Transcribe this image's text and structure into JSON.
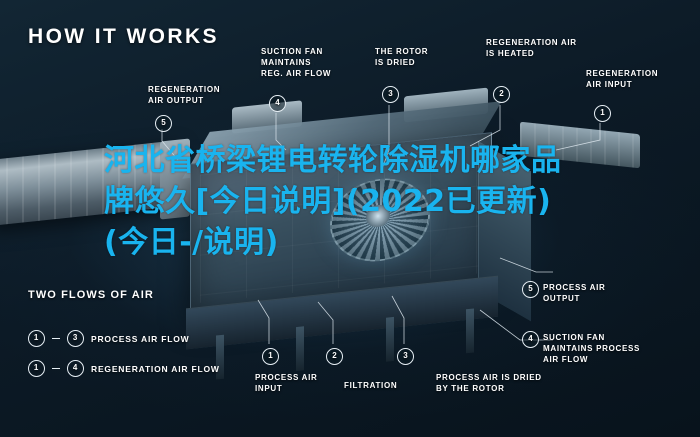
{
  "headline": "HOW IT WORKS",
  "callouts": [
    {
      "id": "regeneration-air-output",
      "num": "5",
      "text": "REGENERATION\nAIR OUTPUT"
    },
    {
      "id": "suction-fan-maintains-reg-air-flow",
      "num": "4",
      "text": "SUCTION FAN\nMAINTAINS\nREG. AIR FLOW"
    },
    {
      "id": "the-rotor-is-dried",
      "num": "3",
      "text": "THE ROTOR\nIS DRIED"
    },
    {
      "id": "regeneration-air-is-heated",
      "num": "2",
      "text": "REGENERATION AIR\nIS HEATED"
    },
    {
      "id": "regeneration-air-input",
      "num": "1",
      "text": "REGENERATION\nAIR INPUT"
    },
    {
      "id": "process-air-output",
      "num": "5",
      "text": "PROCESS AIR\nOUTPUT"
    },
    {
      "id": "suction-fan-maintains-process-air-flow",
      "num": "4",
      "text": "SUCTION FAN\nMAINTAINS PROCESS\nAIR FLOW"
    },
    {
      "id": "process-air-input",
      "num": "1",
      "text": "PROCESS AIR\nINPUT"
    },
    {
      "id": "filtration",
      "num": "2",
      "text": "FILTRATION"
    },
    {
      "id": "process-air-is-dried-by-the-rotor",
      "num": "3",
      "text": "PROCESS AIR IS DRIED\nBY THE ROTOR"
    }
  ],
  "legend": {
    "title": "TWO FLOWS OF AIR",
    "rows": [
      {
        "from": "1",
        "to": "3",
        "label": "PROCESS AIR FLOW"
      },
      {
        "from": "1",
        "to": "4",
        "label": "REGENERATION AIR FLOW"
      }
    ]
  },
  "overlay": {
    "text": "河北省桥梁锂电转轮除湿机哪家品牌悠久[今日说明](2022已更新)(今日-/说明)",
    "color": "#19b4ef"
  }
}
